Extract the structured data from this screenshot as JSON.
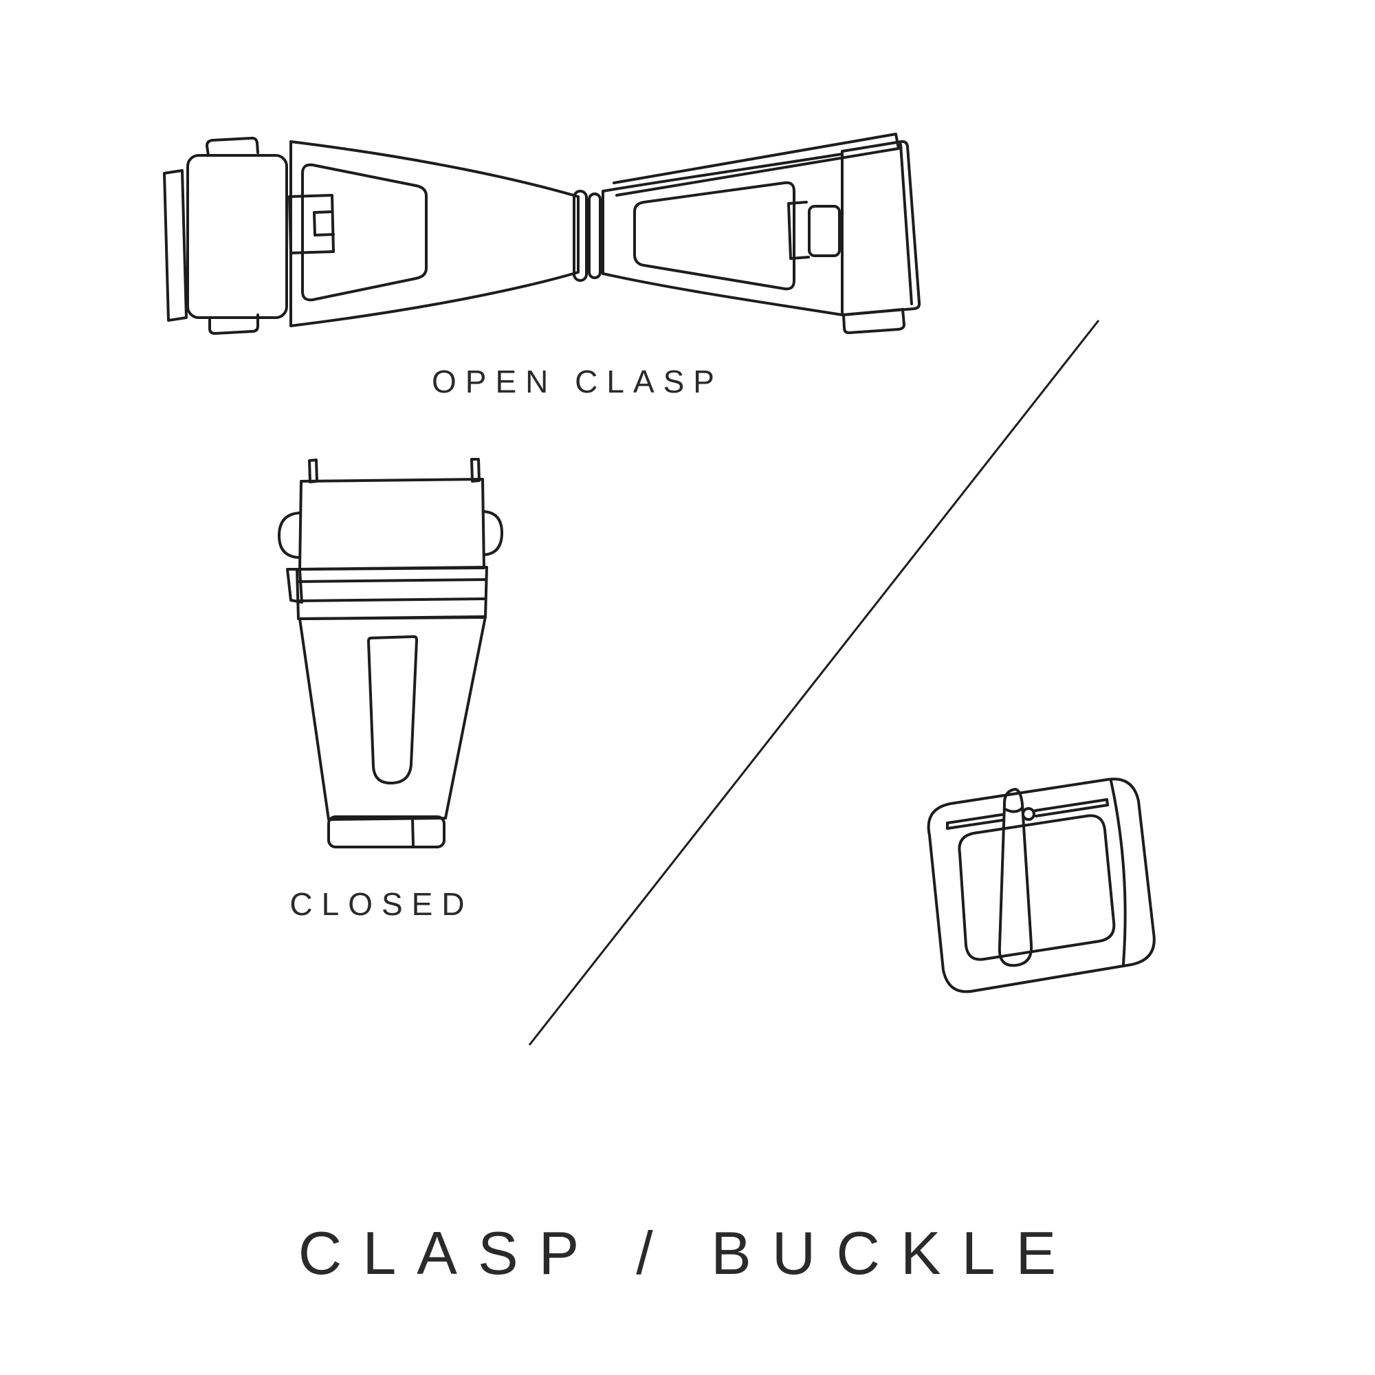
{
  "page": {
    "title": "CLASP / BUCKLE"
  },
  "figures": {
    "open_clasp": {
      "label": "OPEN CLASP",
      "illustration": "open-clasp-line-drawing"
    },
    "closed_clasp": {
      "label": "CLOSED",
      "illustration": "closed-clasp-line-drawing"
    },
    "buckle": {
      "label": "",
      "illustration": "pin-buckle-line-drawing"
    }
  },
  "colors": {
    "line": "#1d1d1d",
    "text": "#2a2a2a",
    "background": "#ffffff"
  }
}
